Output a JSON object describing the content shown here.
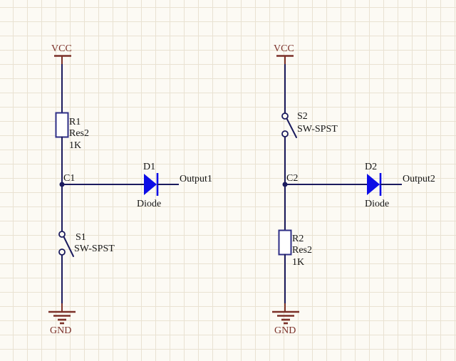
{
  "colors": {
    "bg": "#FCFAF4",
    "grid": "#E9E2D2",
    "wire": "#1B1B5E",
    "device_blue": "#0D0DE6",
    "resistor_outline": "#2E2E86",
    "power": "#7B3028",
    "label": "#151515"
  },
  "circuits": [
    {
      "power_net": "VCC",
      "ground_net": "GND",
      "node": "C1",
      "output": "Output1",
      "resistor": {
        "designator": "R1",
        "part": "Res2",
        "value": "1K"
      },
      "switch": {
        "designator": "S1",
        "part": "SW-SPST"
      },
      "diode": {
        "designator": "D1",
        "part": "Diode"
      }
    },
    {
      "power_net": "VCC",
      "ground_net": "GND",
      "node": "C2",
      "output": "Output2",
      "resistor": {
        "designator": "R2",
        "part": "Res2",
        "value": "1K"
      },
      "switch": {
        "designator": "S2",
        "part": "SW-SPST"
      },
      "diode": {
        "designator": "D2",
        "part": "Diode"
      }
    }
  ]
}
